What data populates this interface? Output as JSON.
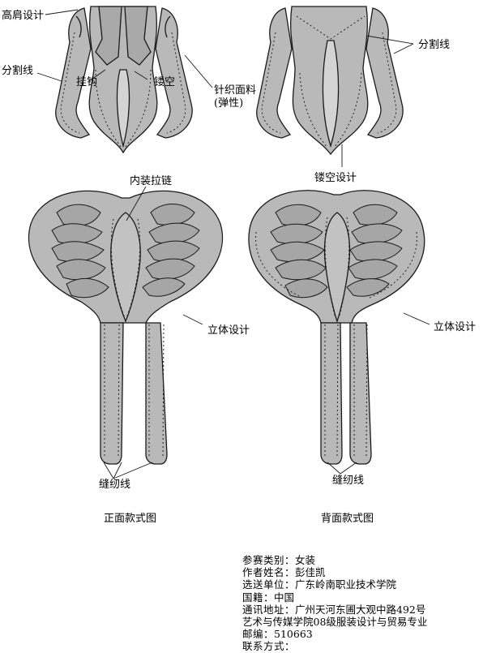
{
  "colors": {
    "fabric": "#b9b9b9",
    "fabric_dark": "#a9a9a9",
    "outline": "#1a1a1a",
    "stitch": "#222222"
  },
  "annotations": {
    "high_shoulder": "高肩设计",
    "split_line_left": "分割线",
    "hook": "挂钩",
    "hollow": "镂空",
    "knit_fabric": "针织面料",
    "elastic": "(弹性)",
    "split_line_right": "分割线",
    "hollow_design": "镂空设计",
    "inner_zipper": "内装拉链",
    "3d_design_front": "立体设计",
    "3d_design_back": "立体设计",
    "seam_front": "缝纫线",
    "seam_back": "缝纫线"
  },
  "captions": {
    "front": "正面款式图",
    "back": "背面款式图"
  },
  "info": [
    {
      "key": "参赛类别：",
      "value": "女装"
    },
    {
      "key": "作者姓名：",
      "value": "彭佳凯"
    },
    {
      "key": "选送单位：",
      "value": "广东岭南职业技术学院"
    },
    {
      "key": "国籍：",
      "value": "中国"
    },
    {
      "key": "通讯地址：",
      "value": "广州天河东圃大观中路492号"
    },
    {
      "key": "",
      "value": "艺术与传媒学院08级服装设计与贸易专业"
    },
    {
      "key": "邮编：",
      "value": "510663"
    },
    {
      "key": "联系方式：",
      "value": ""
    }
  ]
}
